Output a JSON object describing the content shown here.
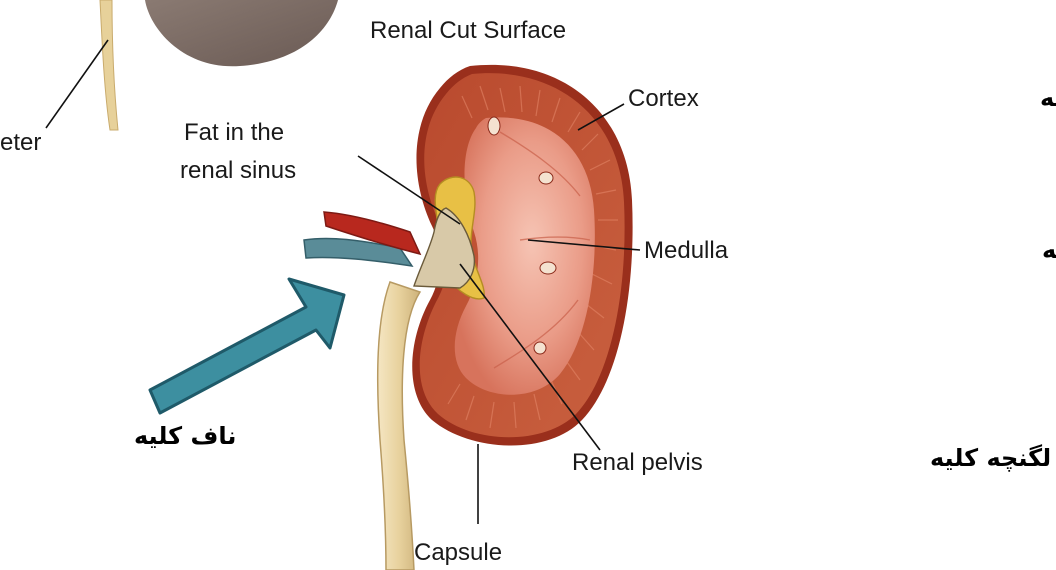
{
  "labels": {
    "title": "Renal Cut Surface",
    "ureter_partial": "eter",
    "fat_line1": "Fat in the",
    "fat_line2": "renal sinus",
    "cortex": "Cortex",
    "medulla": "Medulla",
    "renal_pelvis": "Renal pelvis",
    "capsule": "Capsule"
  },
  "persian": {
    "cortex": "قسمت قشری کلیه",
    "medulla": "قسمت مرکزی کلیه",
    "pelvis": "لگنچه کلیه",
    "hilum": "ناف کلیه"
  },
  "colors": {
    "capsule": "#9a2f1c",
    "cortex": "#c8583a",
    "medulla": "#e89a86",
    "sinus_fat": "#e8c045",
    "artery": "#b8281e",
    "vein": "#4f7f8c",
    "ureter": "#efdcae",
    "arrow_fill": "#3d8fa0",
    "arrow_stroke": "#1f5a69"
  }
}
